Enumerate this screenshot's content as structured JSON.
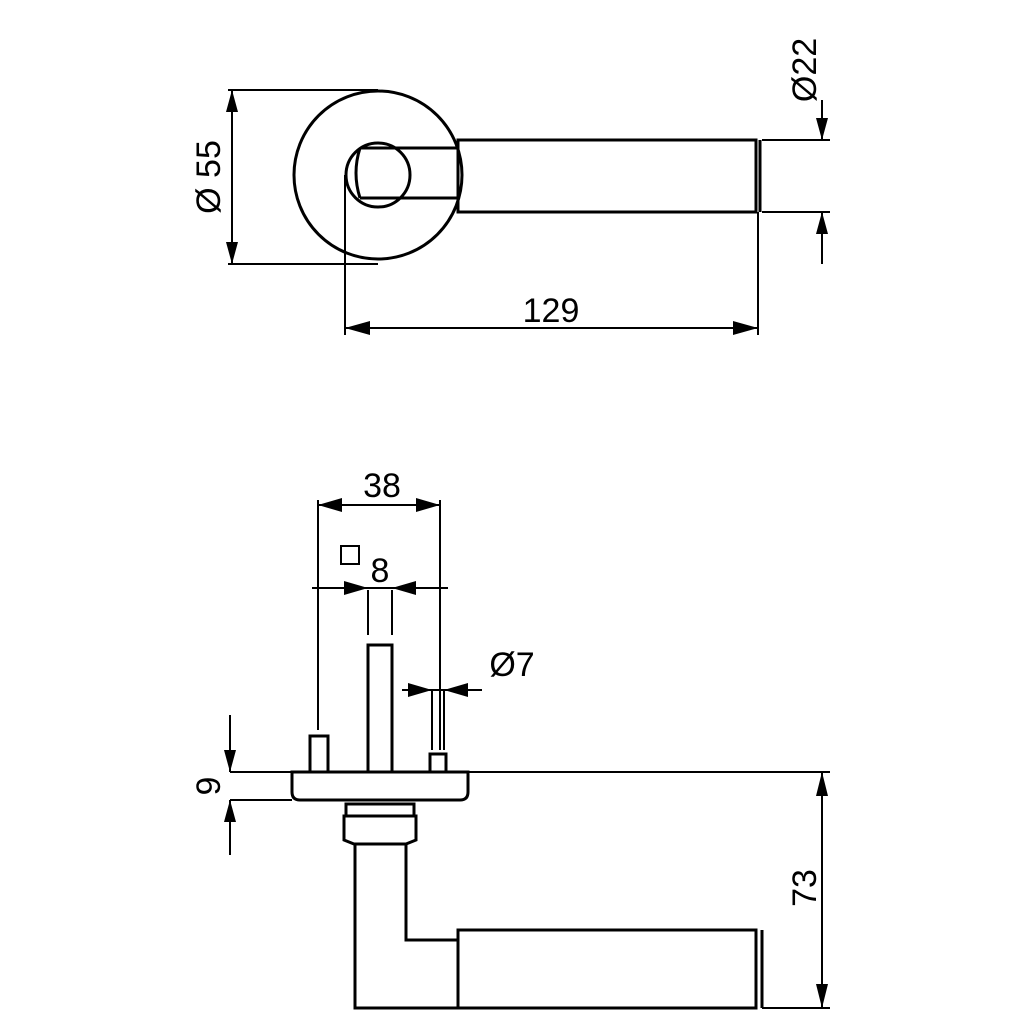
{
  "dimensions": {
    "rose_diameter": "Ø 55",
    "lever_diameter": "Ø22",
    "lever_length": "129",
    "rose_width": "38",
    "spindle_square": "8",
    "pin_diameter": "Ø7",
    "rose_height": "9",
    "lever_projection": "73"
  },
  "symbols": {
    "square_symbol": "square-spindle-symbol"
  }
}
